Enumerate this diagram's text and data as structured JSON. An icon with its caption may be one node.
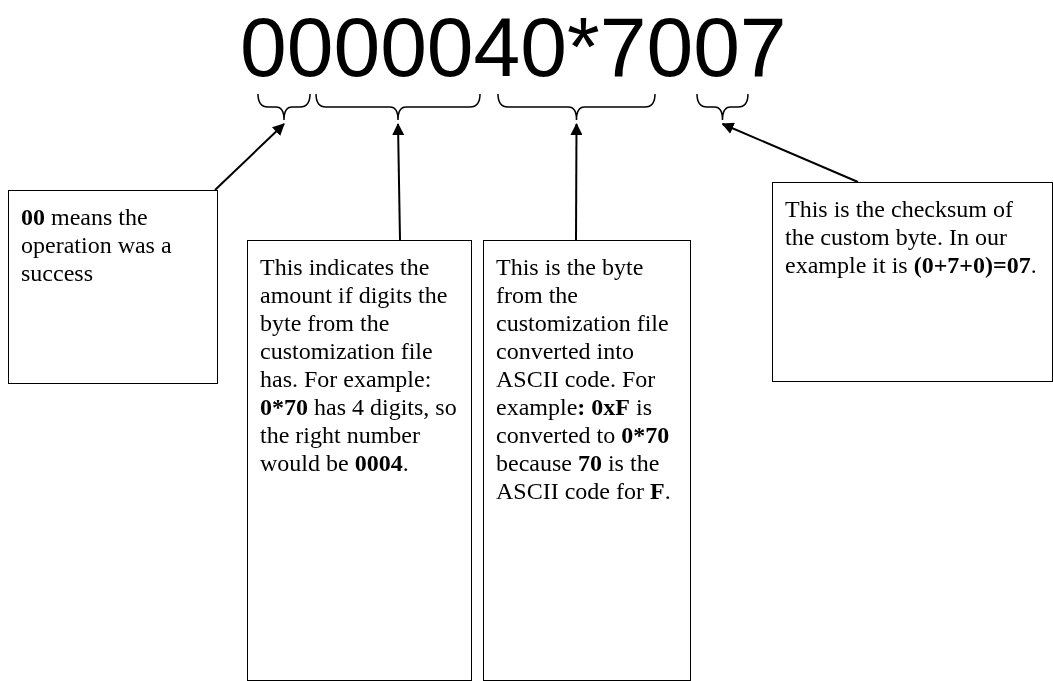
{
  "diagram": {
    "title": "0000040*7007",
    "nodes": [
      {
        "text": [],
        "shape": "brace"
      },
      {
        "text": [],
        "shape": "brace"
      },
      {
        "text": [],
        "shape": "brace"
      },
      {
        "text": [],
        "shape": "brace"
      },
      {
        "text": [
          "**00** means the operation was a success"
        ]
      },
      {
        "text": [
          "This indicates the amount if digits the byte from the customization file has. For example: **0*70** has 4 digits, so the right number would be **0004**."
        ]
      },
      {
        "text": [
          "This is the byte from the customization file converted into ASCII code. For example**:** **0xF** is converted to **0*70** because **70** is the ASCII code for **F**."
        ]
      },
      {
        "text": [
          "This is the checksum of the custom byte. In our example it is **(0+7+0)=07**."
        ]
      }
    ],
    "edges": [
      {
        "from": 4,
        "to": 0,
        "arrow": "to"
      },
      {
        "from": 5,
        "to": 1,
        "arrow": "to"
      },
      {
        "from": 6,
        "to": 2,
        "arrow": "to"
      },
      {
        "from": 7,
        "to": 3,
        "arrow": "to"
      }
    ]
  }
}
